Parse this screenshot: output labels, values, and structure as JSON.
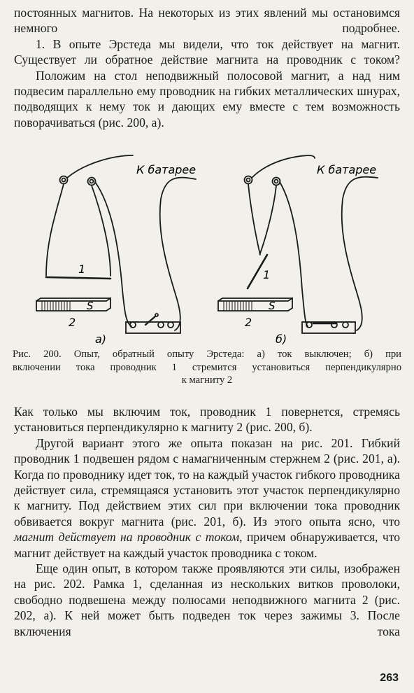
{
  "paragraphs_top": [
    "постоянных магнитов. На некоторых из этих явлений мы остановимся немного подробнее.",
    "1. В опыте Эрстеда мы видели, что ток действует на магнит. Существует ли обратное действие магнита на проводник с током?",
    "Положим на стол неподвижный полосовой магнит, а над ним подвесим параллельно ему проводник на гибких металлических шнурах, подводящих к нему ток и дающих ему вместе с тем возможность поворачиваться (рис. 200, а)."
  ],
  "figure": {
    "battery_label_left": "К батарее",
    "battery_label_right": "К батарее",
    "wire_label_left": "1",
    "wire_label_right": "1",
    "magnet_label_left": "2",
    "magnet_label_right": "2",
    "magnet_pole_left": "S",
    "magnet_pole_right": "S",
    "sub_label_a": "а)",
    "sub_label_b": "б)"
  },
  "caption": {
    "line1": "Рис. 200. Опыт, обратный опыту Эрстеда: а) ток выключен; б) при",
    "line2": "включении тока проводник 1 стремится установиться перпендикулярно",
    "line3": "к магниту 2"
  },
  "paragraphs_bottom": {
    "p1": "Как только мы включим ток, проводник 1 повернется, стремясь установиться перпендикулярно к магниту 2 (рис. 200, б).",
    "p2_a": "Другой вариант этого же опыта показан на рис. 201. Гибкий проводник 1 подвешен рядом с намагниченным стержнем 2 (рис. 201, а). Когда по проводнику идет ток, то на каждый участок гибкого проводника действует сила, стремящаяся установить этот участок перпендикулярно к магниту. Под действием этих сил при включении тока проводник обвивается вокруг магнита (рис. 201, б). Из этого опыта ясно, что ",
    "p2_italic": "магнит действует на проводник с током",
    "p2_b": ", причем обнаруживается, что магнит действует на каждый участок проводника с током.",
    "p3": "Еще один опыт, в котором также проявляются эти силы, изображен на рис. 202. Рамка 1, сделанная из нескольких витков проволоки, свободно подвешена между полюсами неподвижного магнита 2 (рис. 202, а). К ней может быть подведен ток через зажимы 3. После включения тока"
  },
  "page_number": "263"
}
